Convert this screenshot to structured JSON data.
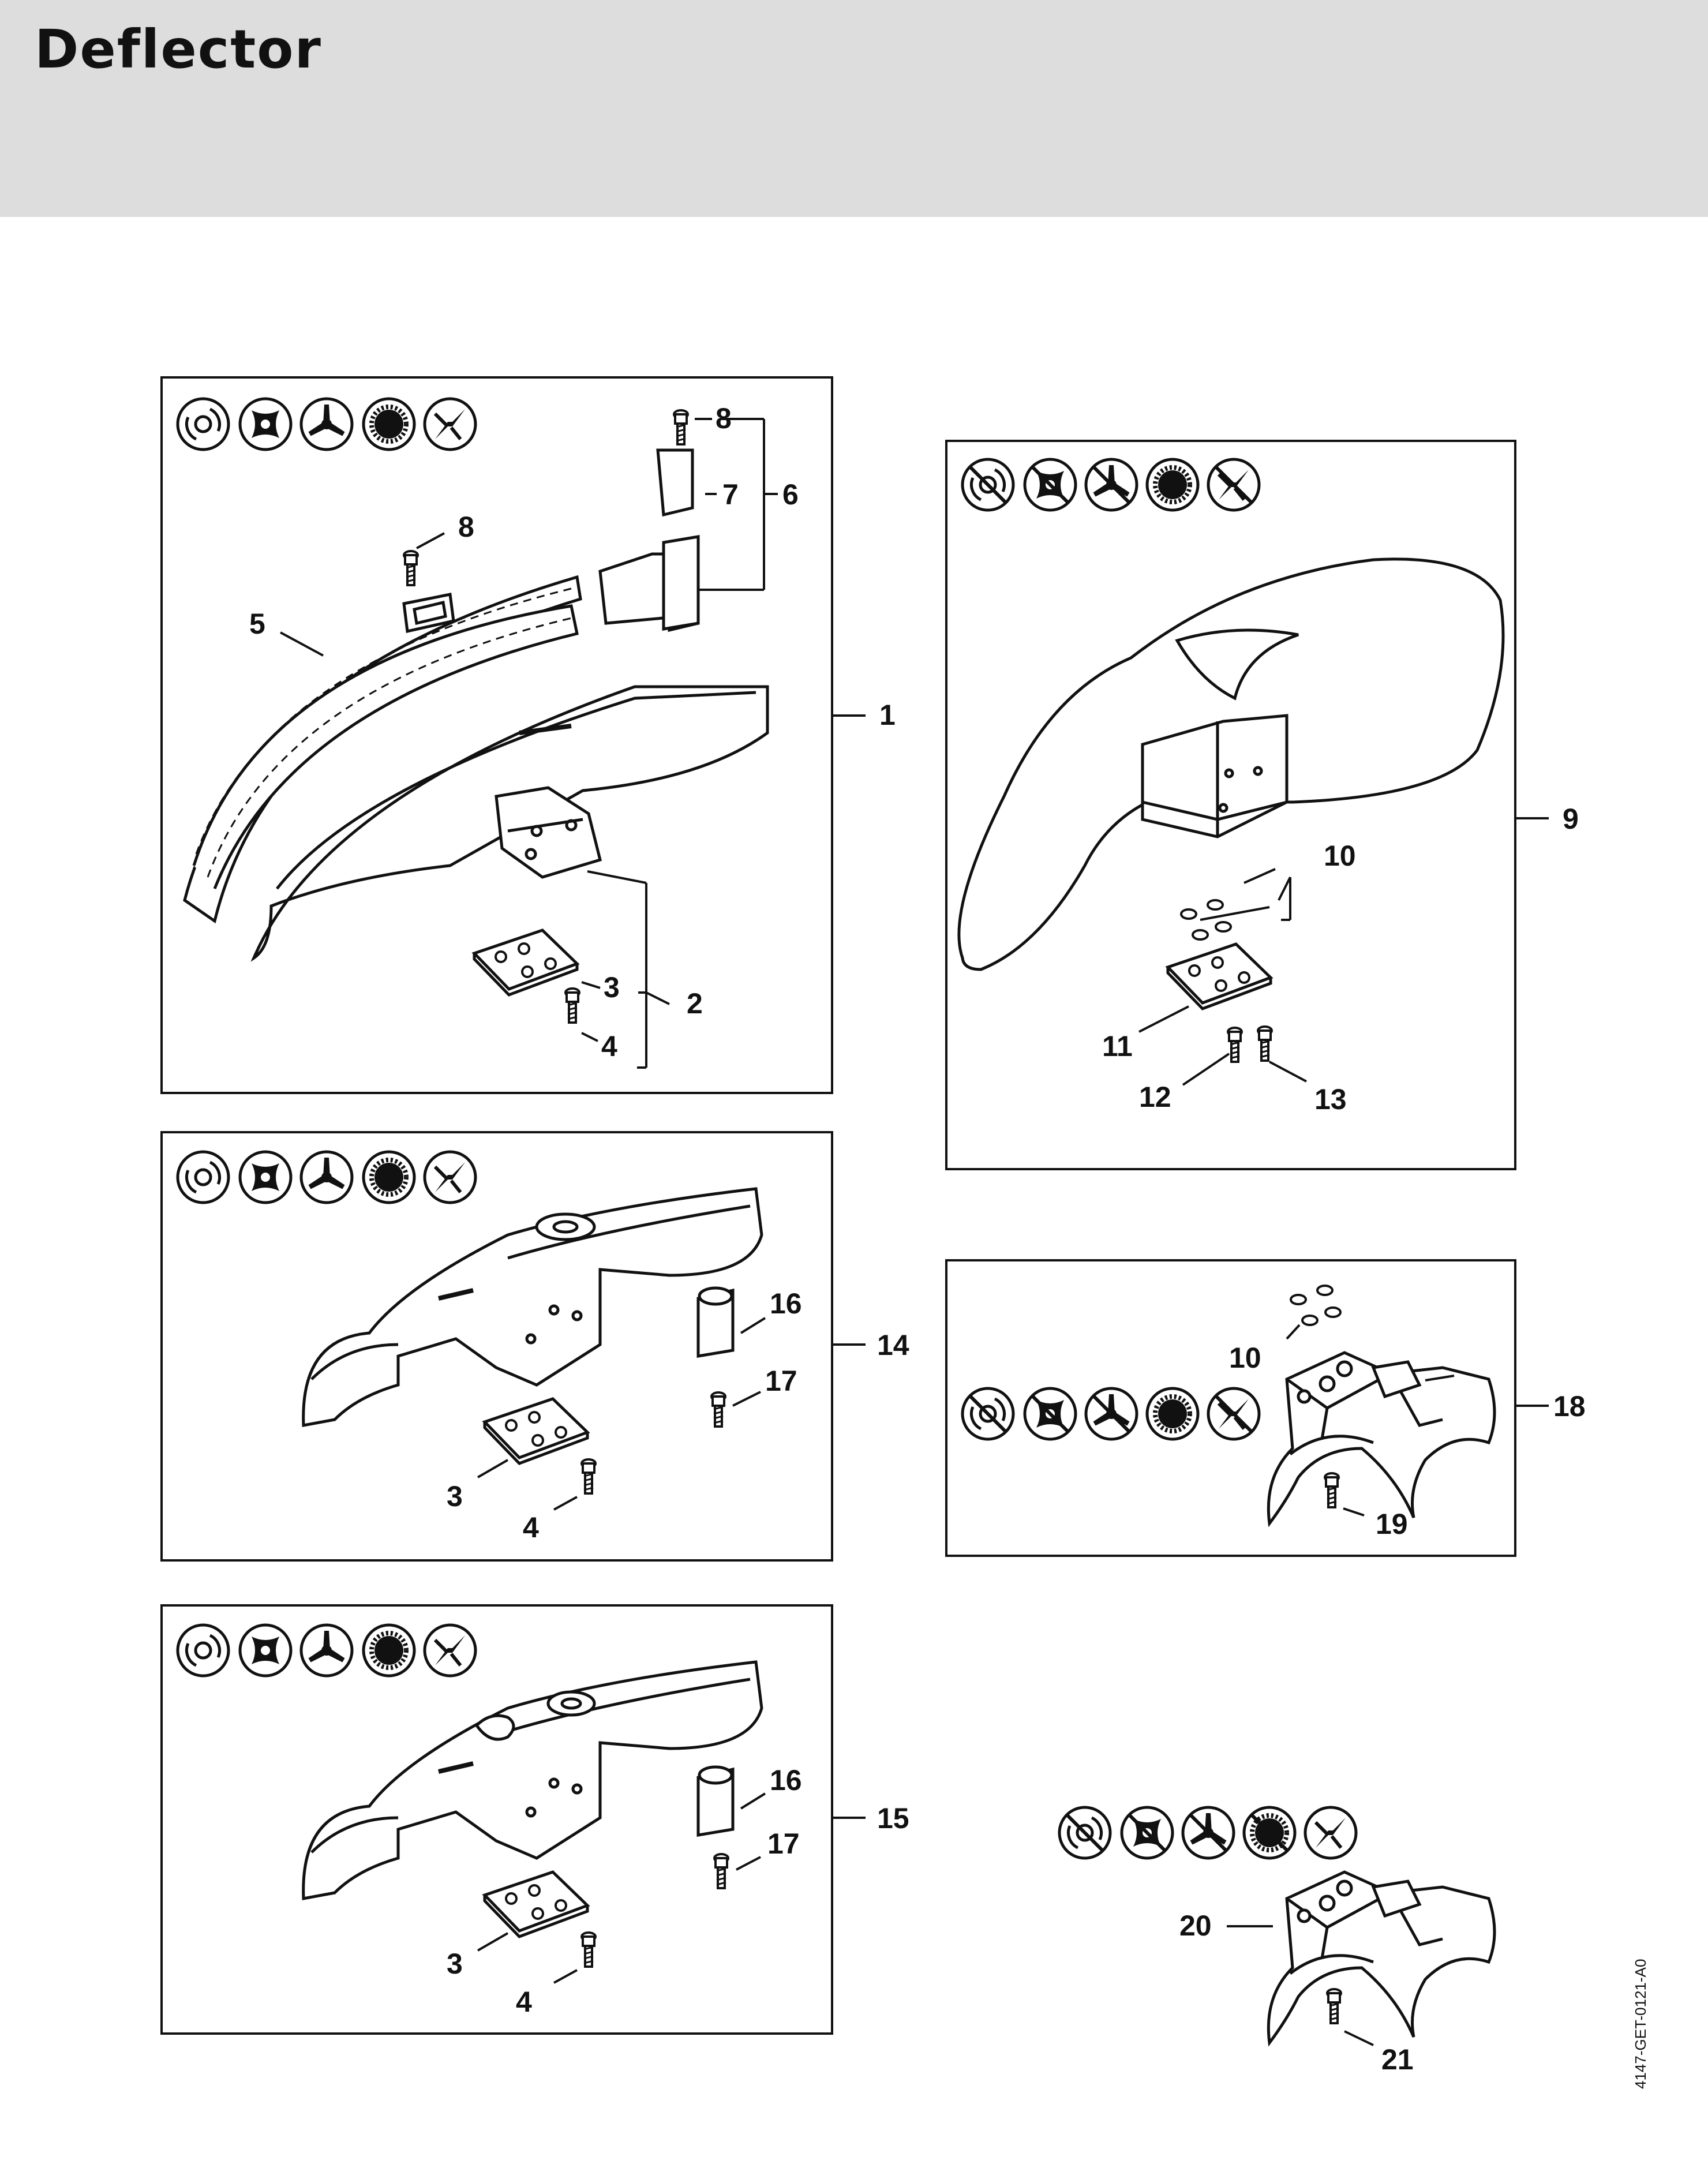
{
  "header": {
    "title": "Deflector"
  },
  "doc_code": "4147-GET-0121-A0",
  "icons": [
    "mowing-head-icon",
    "polycut-head-icon",
    "grass-blade-icon",
    "circular-saw-blade-icon",
    "brush-knife-icon"
  ],
  "parts": {
    "p1": "1",
    "p2": "2",
    "p3": "3",
    "p4": "4",
    "p5": "5",
    "p6": "6",
    "p7": "7",
    "p8": "8",
    "p9": "9",
    "p10": "10",
    "p11": "11",
    "p12": "12",
    "p13": "13",
    "p14": "14",
    "p15": "15",
    "p16": "16",
    "p17": "17",
    "p18": "18",
    "p19": "19",
    "p20": "20",
    "p21": "21"
  }
}
